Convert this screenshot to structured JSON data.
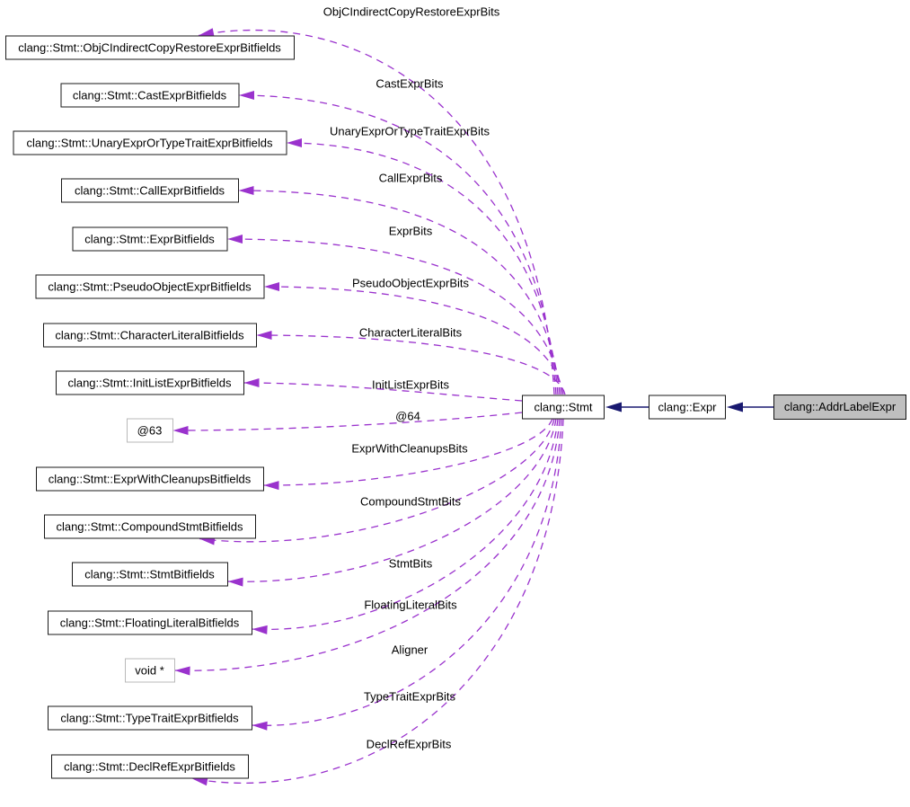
{
  "diagram": {
    "colors": {
      "background": "#ffffff",
      "dashed_edge": "#9a32cd",
      "solid_edge": "#191970",
      "node_fill": "#ffffff",
      "node_border": "#1a1a1a",
      "anon_node_border": "#b9b9b9",
      "highlight_node_fill": "#bfbfbf",
      "text": "#000000"
    },
    "nodes": [
      {
        "id": "objc",
        "label": "clang::Stmt::ObjCIndirectCopyRestoreExprBitfields",
        "kind": "normal"
      },
      {
        "id": "cast",
        "label": "clang::Stmt::CastExprBitfields",
        "kind": "normal"
      },
      {
        "id": "unary",
        "label": "clang::Stmt::UnaryExprOrTypeTraitExprBitfields",
        "kind": "normal"
      },
      {
        "id": "call",
        "label": "clang::Stmt::CallExprBitfields",
        "kind": "normal"
      },
      {
        "id": "exprbf",
        "label": "clang::Stmt::ExprBitfields",
        "kind": "normal"
      },
      {
        "id": "pseudo",
        "label": "clang::Stmt::PseudoObjectExprBitfields",
        "kind": "normal"
      },
      {
        "id": "charlit",
        "label": "clang::Stmt::CharacterLiteralBitfields",
        "kind": "normal"
      },
      {
        "id": "initlist",
        "label": "clang::Stmt::InitListExprBitfields",
        "kind": "normal"
      },
      {
        "id": "at63",
        "label": "@63",
        "kind": "anon"
      },
      {
        "id": "cleanups",
        "label": "clang::Stmt::ExprWithCleanupsBitfields",
        "kind": "normal"
      },
      {
        "id": "compound",
        "label": "clang::Stmt::CompoundStmtBitfields",
        "kind": "normal"
      },
      {
        "id": "stmtbits",
        "label": "clang::Stmt::StmtBitfields",
        "kind": "normal"
      },
      {
        "id": "floatlit",
        "label": "clang::Stmt::FloatingLiteralBitfields",
        "kind": "normal"
      },
      {
        "id": "voidptr",
        "label": "void *",
        "kind": "anon"
      },
      {
        "id": "typetrait",
        "label": "clang::Stmt::TypeTraitExprBitfields",
        "kind": "normal"
      },
      {
        "id": "declref",
        "label": "clang::Stmt::DeclRefExprBitfields",
        "kind": "normal"
      },
      {
        "id": "stmt",
        "label": "clang::Stmt",
        "kind": "normal"
      },
      {
        "id": "expr",
        "label": "clang::Expr",
        "kind": "normal"
      },
      {
        "id": "addr",
        "label": "clang::AddrLabelExpr",
        "kind": "highlight"
      }
    ],
    "edge_labels": [
      {
        "text": "ObjCIndirectCopyRestoreExprBits"
      },
      {
        "text": "CastExprBits"
      },
      {
        "text": "UnaryExprOrTypeTraitExprBits"
      },
      {
        "text": "CallExprBits"
      },
      {
        "text": "ExprBits"
      },
      {
        "text": "PseudoObjectExprBits"
      },
      {
        "text": "CharacterLiteralBits"
      },
      {
        "text": "InitListExprBits"
      },
      {
        "text": "@64"
      },
      {
        "text": "ExprWithCleanupsBits"
      },
      {
        "text": "CompoundStmtBits"
      },
      {
        "text": "StmtBits"
      },
      {
        "text": "FloatingLiteralBits"
      },
      {
        "text": "Aligner"
      },
      {
        "text": "TypeTraitExprBits"
      },
      {
        "text": "DeclRefExprBits"
      }
    ]
  }
}
